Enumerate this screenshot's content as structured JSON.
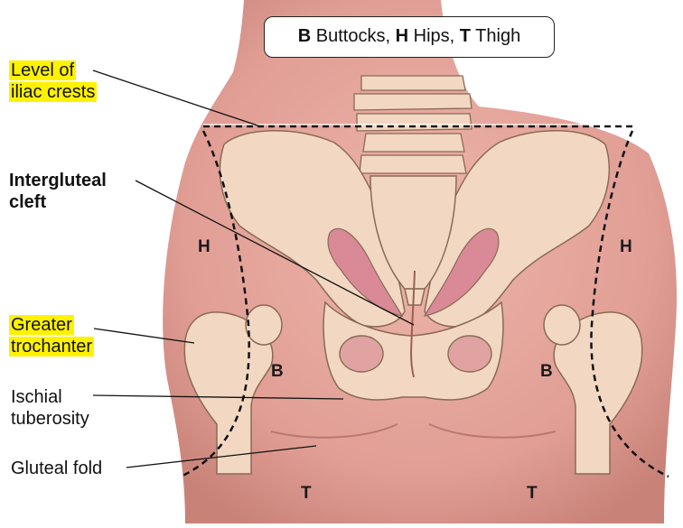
{
  "legend": {
    "b_key": "B",
    "b_text": " Buttocks, ",
    "h_key": "H",
    "h_text": " Hips, ",
    "t_key": "T",
    "t_text": " Thigh"
  },
  "labels": {
    "iliac_line1": "Level of",
    "iliac_line2": "iliac crests",
    "cleft_line1": "Intergluteal",
    "cleft_line2": "cleft",
    "trochanter_line1": "Greater",
    "trochanter_line2": "trochanter",
    "ischial_line1": "Ischial",
    "ischial_line2": "tuberosity",
    "gluteal_fold": "Gluteal fold"
  },
  "regions": {
    "hip_left": "H",
    "hip_right": "H",
    "buttock_left": "B",
    "buttock_right": "B",
    "thigh_left": "T",
    "thigh_right": "T"
  },
  "colors": {
    "skin": "#e6a9a0",
    "bone": "#f2d8c2",
    "highlight": "#fff200"
  }
}
